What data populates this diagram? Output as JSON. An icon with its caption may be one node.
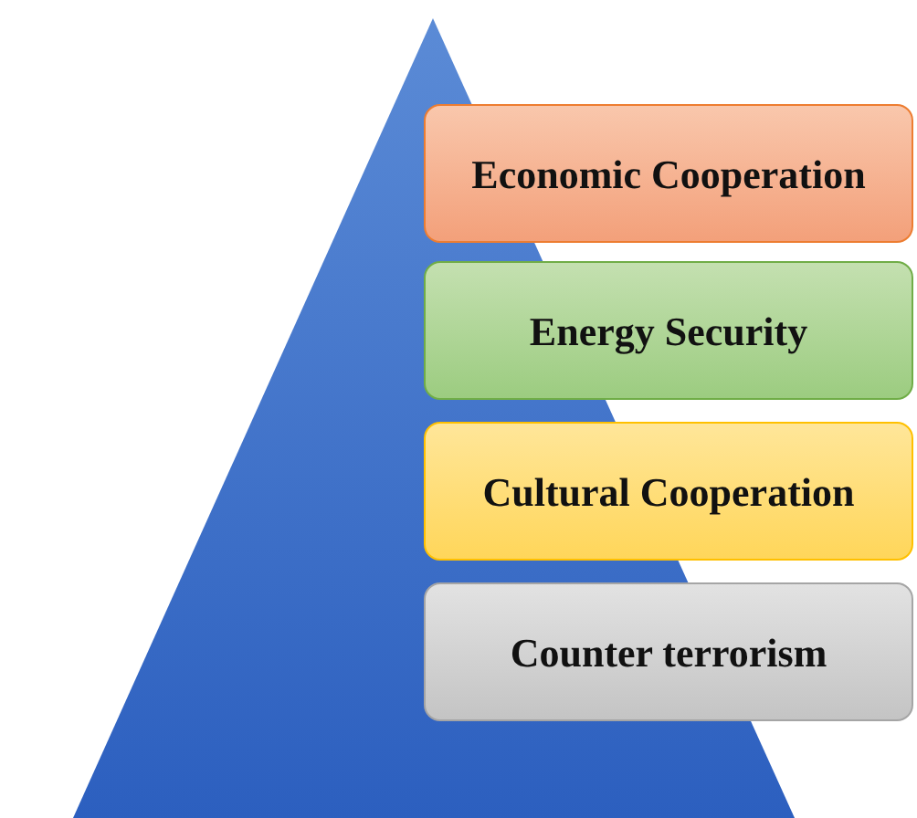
{
  "diagram": {
    "nodes": [
      {
        "text": [
          "Economic Cooperation"
        ]
      },
      {
        "text": [
          "Energy Security"
        ]
      },
      {
        "text": [
          "Cultural Cooperation"
        ]
      },
      {
        "text": [
          "Counter terrorism"
        ]
      }
    ]
  }
}
